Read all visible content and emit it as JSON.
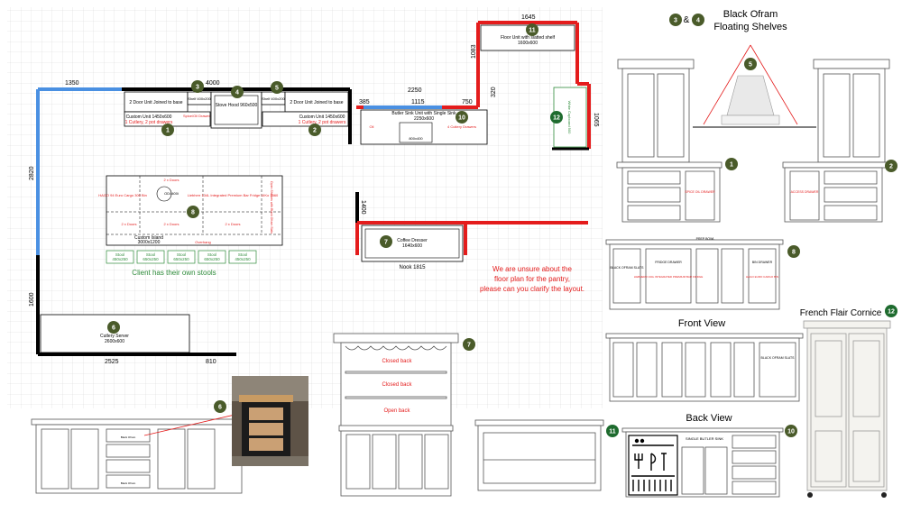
{
  "dims": {
    "top_left": "1350",
    "top_mid": "4000",
    "left_vertical": "2820",
    "lower_left_vertical": "1600",
    "bottom_left": "2525",
    "bottom_right": "810",
    "butler_width": "2250",
    "butler_inner": "1115",
    "butler_left": "385",
    "butler_right": "750",
    "pantry_top": "1645",
    "pantry_left": "1083",
    "pantry_gap": "320",
    "pantry_right": "1065",
    "nook_vertical": "1400"
  },
  "units": {
    "unit_left_top": "2 Door Unit Joined to base",
    "unit_left_bottom": "Custom Unit 1450x600",
    "unit_left_note": "1 Cutlery, 2 pot drawers",
    "spice_left": "Spice/Oil Drawer",
    "shelf_left": "Shelf 400x200",
    "stove": "Stove Hood 960x500",
    "shelf_right": "Shelf 400x200",
    "spice_right": "Spice/Oil Drawer",
    "unit_right_top": "2 Door Unit Joined to base",
    "unit_right_bottom": "Custom Unit 1450x600",
    "unit_right_note": "1 Cutlery, 2 pot drawers",
    "butler_title": "Butler Sink Unit with Single Sink",
    "butler_size": "2250x600",
    "butler_sink": "800x400",
    "butler_oil": "Oil",
    "butler_drawers": "4 Cutlery Drawers",
    "pantry_unit": "Floor Unit with slatted shelf",
    "pantry_size": "1600x600",
    "fridge_unit": "White Cupboard 900",
    "island_top": "2 x Doors",
    "island_left": "HAGO 94 Euro Cargo 300 Bin",
    "island_hob": "OD4400i",
    "island_right": "Liebherr 134L Integrated Premium Bar Fridge UIKo 1560",
    "island_side": "Open Shelves with Black Ofram Slats",
    "island_doors_a": "2 x Doors",
    "island_doors_b": "2 x Doors",
    "island_doors_c": "2 x Doors",
    "island_title": "Custom Island",
    "island_size": "3000x1200",
    "island_overhang": "Overhang",
    "dresser_title": "Coffee Dresser",
    "dresser_size": "1640x600",
    "nook": "Nook 1815",
    "server_title": "Cutlery Server",
    "server_size": "2600x600"
  },
  "stools": [
    {
      "name": "Stool",
      "size": "450x250"
    },
    {
      "name": "Stool",
      "size": "650x250"
    },
    {
      "name": "Stool",
      "size": "650x250"
    },
    {
      "name": "Stool",
      "size": "650x250"
    },
    {
      "name": "Stool",
      "size": "450x250"
    }
  ],
  "notes": {
    "stools_note": "Client has their own stools",
    "pantry_q1": "We are unsure about the",
    "pantry_q2": "floor plan for the pantry,",
    "pantry_q3": "please can you clarify the layout."
  },
  "markers": {
    "m1": "1",
    "m2": "2",
    "m3": "3",
    "m4": "4",
    "m5": "5",
    "m6": "6",
    "m7": "7",
    "m8": "8",
    "m10": "10",
    "m11": "11",
    "m12": "12",
    "amp": "&"
  },
  "headings": {
    "shelves_1": "Black Ofram",
    "shelves_2": "Floating Shelves",
    "front_view": "Front View",
    "back_view": "Back View",
    "cornice": "French Flair Cornice"
  },
  "elevation": {
    "closed_1": "Closed back",
    "closed_2": "Closed back",
    "open": "Open back",
    "black_ofram": "Black Ofram",
    "spice_l": "SPICE OIL DRAWER",
    "spice_r": "ACCESS DRAWER",
    "island_fridge": "FRIDGE DRAWER",
    "island_liebherr": "LIEBHERR 134L INTEGRATED PREMIUM BAR FRIDGE",
    "island_bin": "BIN DRAWER",
    "island_hago": "HAGO EURO CARGO BIN",
    "island_slats": "BLACK OFRAM SLATS",
    "prep_bowl": "PREP BOWL",
    "front_slats": "BLACK OFRAM SLATS",
    "single_butler": "SINGLE BUTLER SINK"
  },
  "colors": {
    "blue_wall": "#4a90e2",
    "red_wall": "#e41c1c",
    "black_wall": "#000000",
    "marker_green": "#4a5b2a",
    "marker_bright": "#1e6b2e",
    "note_red": "#e41c1c",
    "stool_green": "#2e8b3a"
  }
}
